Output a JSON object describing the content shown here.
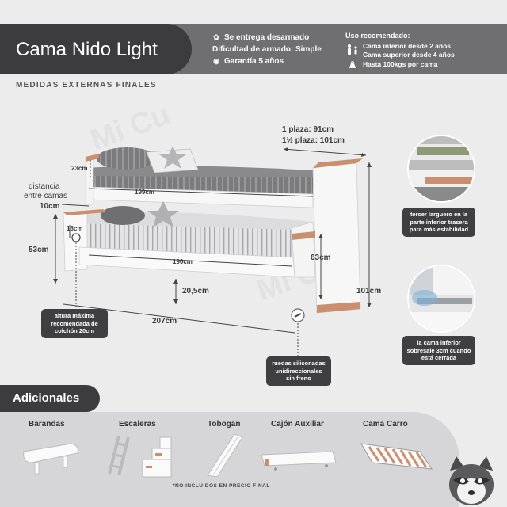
{
  "header": {
    "title": "Cama Nido Light",
    "specs": [
      {
        "icon": "gear-icon",
        "glyph": "✿",
        "text": "Se entrega desarmado"
      },
      {
        "icon": "none",
        "glyph": "",
        "text": "Dificultad de armado: Simple"
      },
      {
        "icon": "shield-icon",
        "glyph": "◉",
        "text": "Garantía 5 años"
      }
    ],
    "uso": {
      "heading": "Uso recomendado:",
      "line1": "Cama inferior desde 2 años",
      "line2": "Cama superior desde 4 años",
      "line3": "Hasta 100kgs por cama"
    }
  },
  "subtitle": "MEDIDAS EXTERNAS FINALES",
  "dimensions": {
    "plaza1": "1 plaza: 91cm",
    "plaza15": "1½ plaza: 101cm",
    "d23": "23cm",
    "distancia_line1": "distancia",
    "distancia_line2": "entre camas",
    "d10": "10cm",
    "d199": "199cm",
    "d18": "18cm",
    "d53": "53cm",
    "d190": "190cm",
    "d63": "63cm",
    "d20_5": "20,5cm",
    "d101": "101cm",
    "d207": "207cm"
  },
  "callouts": {
    "colchon": "altura máxima recomendada de colchón 20cm",
    "ruedas": "ruedas siliconadas unidireccionales sin freno",
    "larguero": "tercer larguero en la parte inferior trasera para más estabilidad",
    "sobresale": "la cama inferior sobresale 3cm cuando está cerrada"
  },
  "adicionales": {
    "title": "Adicionales",
    "items": [
      "Barandas",
      "Escaleras",
      "Tobogán",
      "Cajón Auxiliar",
      "Cama Carro"
    ],
    "note": "*NO INCLUIDOS EN PRECIO FINAL"
  },
  "colors": {
    "dark": "#3c3c3e",
    "band": "#6f6f71",
    "wood": "#c98f6e",
    "frame": "#f5f5f5"
  }
}
